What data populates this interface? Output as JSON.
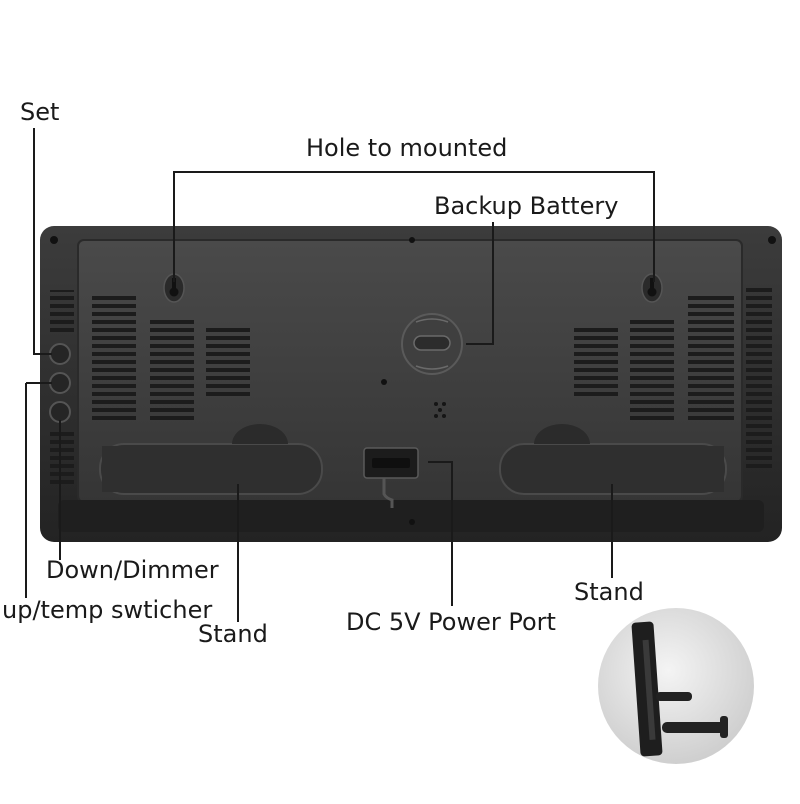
{
  "labels": {
    "set": "Set",
    "hole": "Hole to mounted",
    "backup_battery": "Backup Battery",
    "down_dimmer": "Down/Dimmer",
    "up_temp": "up/temp swticher",
    "stand_left": "Stand",
    "stand_right": "Stand",
    "power_port": "DC 5V Power Port"
  },
  "colors": {
    "background": "#ffffff",
    "device_body": "#2b2b2b",
    "device_panel": "#3a3a3a",
    "vents": "#1c1c1c",
    "leader_lines": "#1a1a1a",
    "inset_circle": "#dcdcdc"
  }
}
